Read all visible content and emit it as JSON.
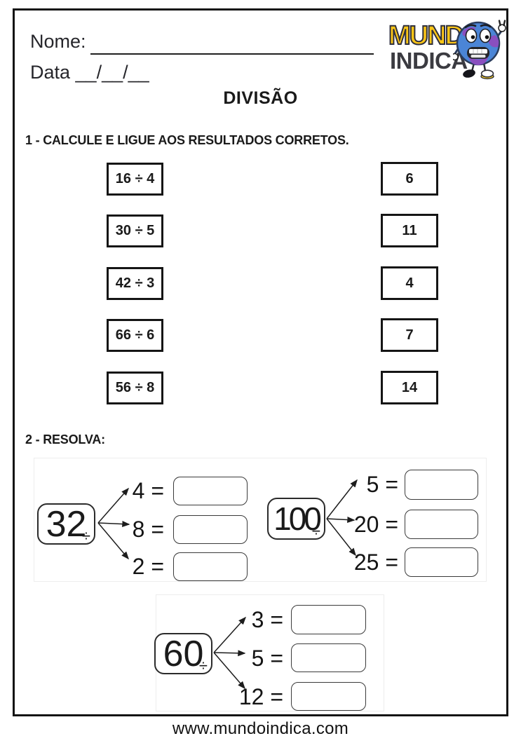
{
  "header": {
    "name_label": "Nome:",
    "date_label": "Data __/__/__",
    "title": "DIVISÃO",
    "logo": {
      "word1": "MUNDO",
      "word2": "INDICA",
      "mascot": "cartoon-globe-peace-sign"
    }
  },
  "section1": {
    "heading": "1 - CALCULE E LIGUE AOS RESULTADOS CORRETOS.",
    "problems": [
      "16 ÷ 4",
      "30 ÷ 5",
      "42 ÷ 3",
      "66 ÷ 6",
      "56 ÷ 8"
    ],
    "results": [
      "6",
      "11",
      "4",
      "7",
      "14"
    ]
  },
  "section2": {
    "heading": "2 - RESOLVA:",
    "diagrams": [
      {
        "dividend": "32",
        "operator": "÷",
        "rows": [
          "4 =",
          "8 =",
          "2 ="
        ]
      },
      {
        "dividend": "100",
        "operator": "÷",
        "rows": [
          "5 =",
          "20 =",
          "25 ="
        ]
      },
      {
        "dividend": "60",
        "operator": "÷",
        "rows": [
          "3 =",
          "5 =",
          "12 ="
        ]
      }
    ]
  },
  "footer": {
    "website": "www.mundoindica.com"
  },
  "colors": {
    "ink": "#1a1a1a",
    "logo_yellow": "#fdc616",
    "logo_dark": "#3b3b41",
    "globe_blue": "#4b85d6",
    "globe_purple": "#8a4fbf"
  }
}
